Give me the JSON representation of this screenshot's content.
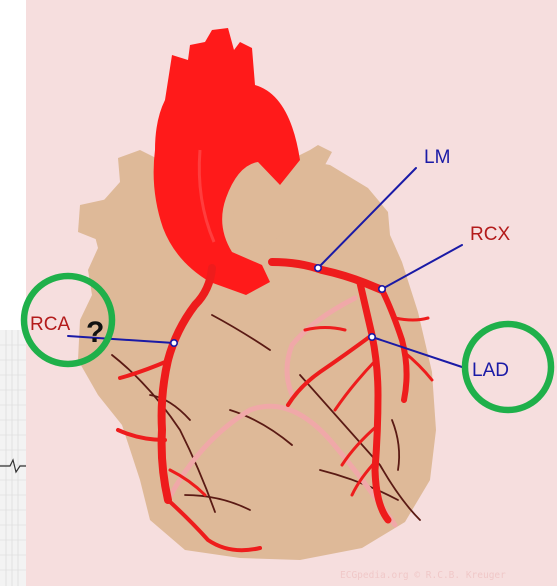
{
  "labels": {
    "lm": "LM",
    "rcx": "RCX",
    "rca": "RCA",
    "lad": "LAD",
    "question": "?"
  },
  "watermark": "ECGpedia.org © R.C.B. Kreuger",
  "colors": {
    "panel_background": "#f6dede",
    "heart_tissue": "#deb998",
    "aorta": "#ff1a1a",
    "coronary_artery": "#ee1c1c",
    "posterior_vessel": "#f0a8a8",
    "vein": "#5a1a14",
    "left_label": "#b31b1b",
    "right_label": "#1a1aa6",
    "leader_line": "#1a1aa6",
    "highlight_ring": "#1fb04a"
  }
}
